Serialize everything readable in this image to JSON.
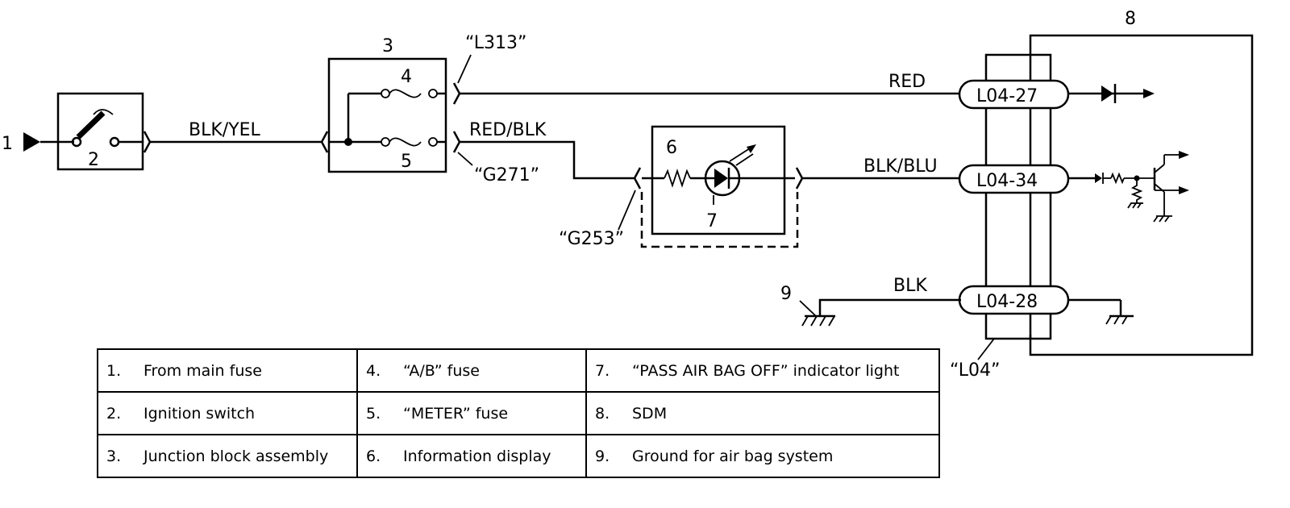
{
  "callouts": {
    "n1": "1",
    "n2": "2",
    "n3": "3",
    "n4": "4",
    "n5": "5",
    "n6": "6",
    "n7": "7",
    "n8": "8",
    "n9": "9"
  },
  "connectors": {
    "l313": "“L313”",
    "g271": "“G271”",
    "g253": "“G253”",
    "l04": "“L04”"
  },
  "wires": {
    "blk_yel": "BLK/YEL",
    "red": "RED",
    "red_blk": "RED/BLK",
    "blk_blu": "BLK/BLU",
    "blk": "BLK"
  },
  "terminals": {
    "t27": "L04-27",
    "t34": "L04-34",
    "t28": "L04-28"
  },
  "legend": [
    [
      {
        "num": "1.",
        "text": "From main fuse"
      },
      {
        "num": "4.",
        "text": "“A/B” fuse"
      },
      {
        "num": "7.",
        "text": "“PASS AIR BAG OFF” indicator light"
      }
    ],
    [
      {
        "num": "2.",
        "text": "Ignition switch"
      },
      {
        "num": "5.",
        "text": "“METER” fuse"
      },
      {
        "num": "8.",
        "text": "SDM"
      }
    ],
    [
      {
        "num": "3.",
        "text": "Junction block assembly"
      },
      {
        "num": "6.",
        "text": "Information display"
      },
      {
        "num": "9.",
        "text": "Ground for air bag system"
      }
    ]
  ]
}
